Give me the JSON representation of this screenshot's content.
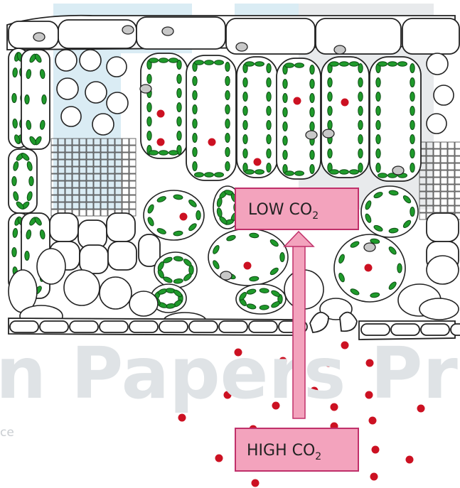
{
  "labels": {
    "low": {
      "prefix": "LOW  CO",
      "subscript": "2"
    },
    "high": {
      "prefix": "HIGH  CO",
      "subscript": "2"
    }
  },
  "watermark": {
    "main": "n Papers Pra",
    "small": "ce"
  },
  "colors": {
    "label_fill": "#f3a3bd",
    "label_border": "#c0306a",
    "arrow_fill": "#f3a3bd",
    "arrow_stroke": "#c0306a",
    "co2_dot": "#cc1122",
    "chloroplast": "#1f9a2b",
    "watermark_block": "#cfe6f1",
    "cell_outline": "#222222"
  },
  "icons": [
    "arrow-up-icon",
    "co2-molecule-dots",
    "chloroplast-icons"
  ]
}
